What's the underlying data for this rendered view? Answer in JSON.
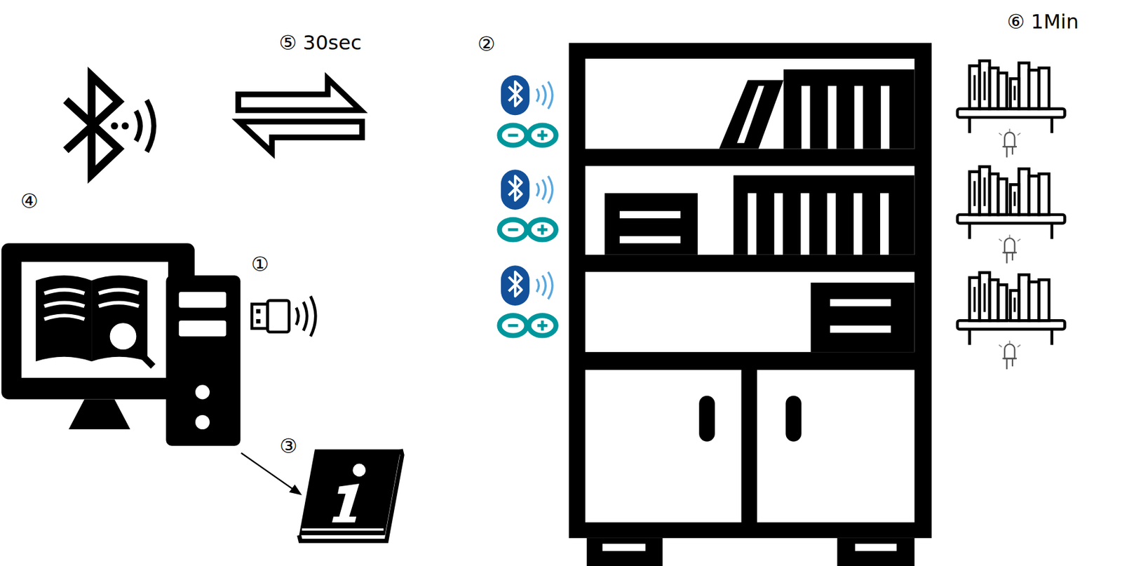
{
  "diagram": {
    "labels": [
      "⑤ 30sec",
      "②",
      "⑥ 1Min",
      "④",
      "①",
      "③"
    ]
  }
}
